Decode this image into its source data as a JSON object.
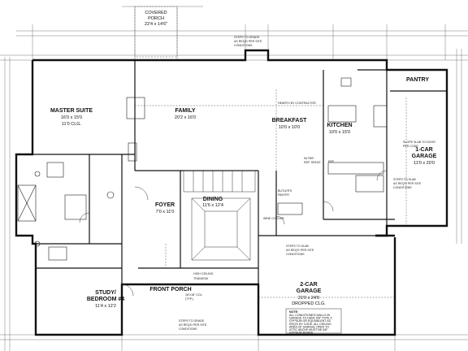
{
  "rooms": [
    {
      "id": "porch",
      "lines": [
        "COVERED",
        "PORCH",
        "22'4 x 14'6\""
      ]
    },
    {
      "id": "master",
      "lines": [
        "MASTER SUITE",
        "16'0 x 15'0",
        "11'0 CLG."
      ]
    },
    {
      "id": "family",
      "lines": [
        "FAMILY",
        "20'2 x 16'0"
      ]
    },
    {
      "id": "breakfast",
      "lines": [
        "BREAKFAST",
        "10'0 x 10'0"
      ]
    },
    {
      "id": "kitchen",
      "lines": [
        "KITCHEN",
        "10'0 x 15'0"
      ]
    },
    {
      "id": "pantry",
      "lines": [
        "PANTRY"
      ]
    },
    {
      "id": "garage1",
      "lines": [
        "1-CAR",
        "GARAGE",
        "11'0 x 20'0"
      ]
    },
    {
      "id": "foyer",
      "lines": [
        "FOYER",
        "7'0 x 11'0"
      ]
    },
    {
      "id": "dining",
      "lines": [
        "DINING",
        "11'6 x 12'4"
      ]
    },
    {
      "id": "study",
      "lines": [
        "STUDY/",
        "BEDROOM #4",
        "11'4 x 12'2"
      ]
    },
    {
      "id": "frontporch",
      "lines": [
        "FRONT PORCH"
      ]
    },
    {
      "id": "garage2",
      "lines": [
        "2-CAR",
        "GARAGE",
        "21'0 x 24'0",
        "DROPPED CLG."
      ]
    }
  ],
  "annotations": {
    "steps_top": [
      "STEPS TO GRADE",
      "AS REQ'D PER SITE",
      "CONDITIONS"
    ],
    "steps_slab": [
      "STEPS TO SLAB",
      "AS REQ'D PER SITE",
      "CONDITIONS"
    ],
    "steps_slab_right": [
      "STEPS TO SLAB",
      "AS REQ'D PER SITE",
      "CONDITIONS"
    ],
    "slope_slab": [
      "SLOPE SLAB TO DOOR",
      "PER CODE"
    ],
    "steps_front": [
      "STEPS TO GRADE",
      "AS REQ'D PER SITE",
      "CONDITIONS"
    ],
    "hearth": "HEARTH BY CONTRACTOR",
    "ref": "REF.",
    "wine_cooler": "WINE COOLER",
    "butlers_pantry": [
      "BUTLER'S",
      "PANTRY"
    ],
    "w_ref": [
      "W/ REF.",
      "REF. SPACE"
    ],
    "col": [
      "18\"x18\" COL.",
      "(TYP.)"
    ],
    "ceiling": "HIGH CEILING",
    "transom": "TRANSOM"
  },
  "note": {
    "title": "NOTE:",
    "lines": [
      "ALL CONDITIONED WALLS IN",
      "GARAGE TO HAVE 5/8\" TYPE X",
      "GYPSUM OR EQUIVALENT AS",
      "REQ'D BY CODE. ALL CEILING",
      "AREA OF GARAGE OPEN TO",
      "ATTIC ABOVE MUST BE 5/8\"",
      "GYPSUM BOARD"
    ]
  }
}
